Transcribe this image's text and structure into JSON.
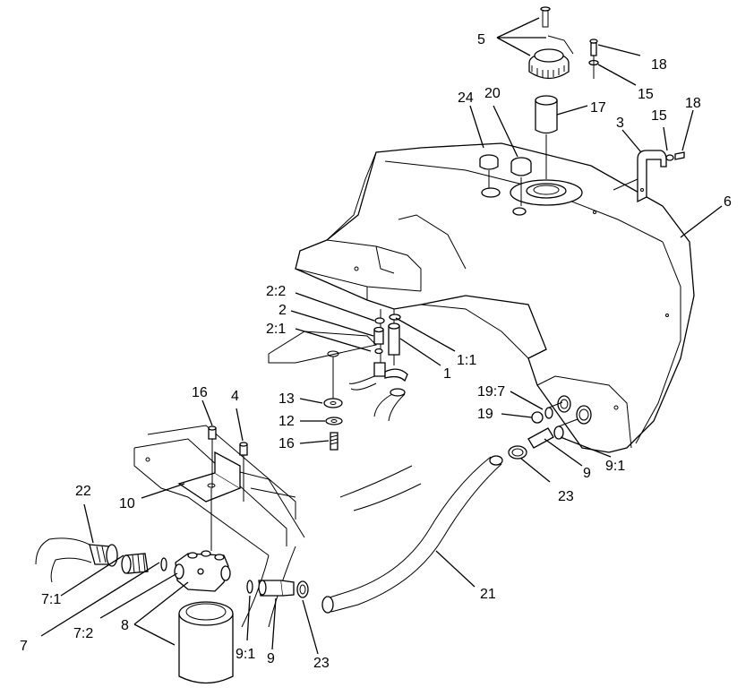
{
  "callouts": [
    {
      "id": "c5",
      "text": "5"
    },
    {
      "id": "c18a",
      "text": "18"
    },
    {
      "id": "c15a",
      "text": "15"
    },
    {
      "id": "c24",
      "text": "24"
    },
    {
      "id": "c20",
      "text": "20"
    },
    {
      "id": "c17",
      "text": "17"
    },
    {
      "id": "c3",
      "text": "3"
    },
    {
      "id": "c15b",
      "text": "15"
    },
    {
      "id": "c18b",
      "text": "18"
    },
    {
      "id": "c6",
      "text": "6"
    },
    {
      "id": "c2_2",
      "text": "2:2"
    },
    {
      "id": "c2",
      "text": "2"
    },
    {
      "id": "c2_1",
      "text": "2:1"
    },
    {
      "id": "c1_1",
      "text": "1:1"
    },
    {
      "id": "c1",
      "text": "1"
    },
    {
      "id": "c16a",
      "text": "16"
    },
    {
      "id": "c4",
      "text": "4"
    },
    {
      "id": "c13",
      "text": "13"
    },
    {
      "id": "c12",
      "text": "12"
    },
    {
      "id": "c16b",
      "text": "16"
    },
    {
      "id": "c19_7",
      "text": "19:7"
    },
    {
      "id": "c19",
      "text": "19"
    },
    {
      "id": "c9a",
      "text": "9"
    },
    {
      "id": "c9_1a",
      "text": "9:1"
    },
    {
      "id": "c23a",
      "text": "23"
    },
    {
      "id": "c22",
      "text": "22"
    },
    {
      "id": "c10",
      "text": "10"
    },
    {
      "id": "c21",
      "text": "21"
    },
    {
      "id": "c7_1",
      "text": "7:1"
    },
    {
      "id": "c7",
      "text": "7"
    },
    {
      "id": "c7_2",
      "text": "7:2"
    },
    {
      "id": "c8",
      "text": "8"
    },
    {
      "id": "c9_1b",
      "text": "9:1"
    },
    {
      "id": "c9b",
      "text": "9"
    },
    {
      "id": "c23b",
      "text": "23"
    }
  ]
}
